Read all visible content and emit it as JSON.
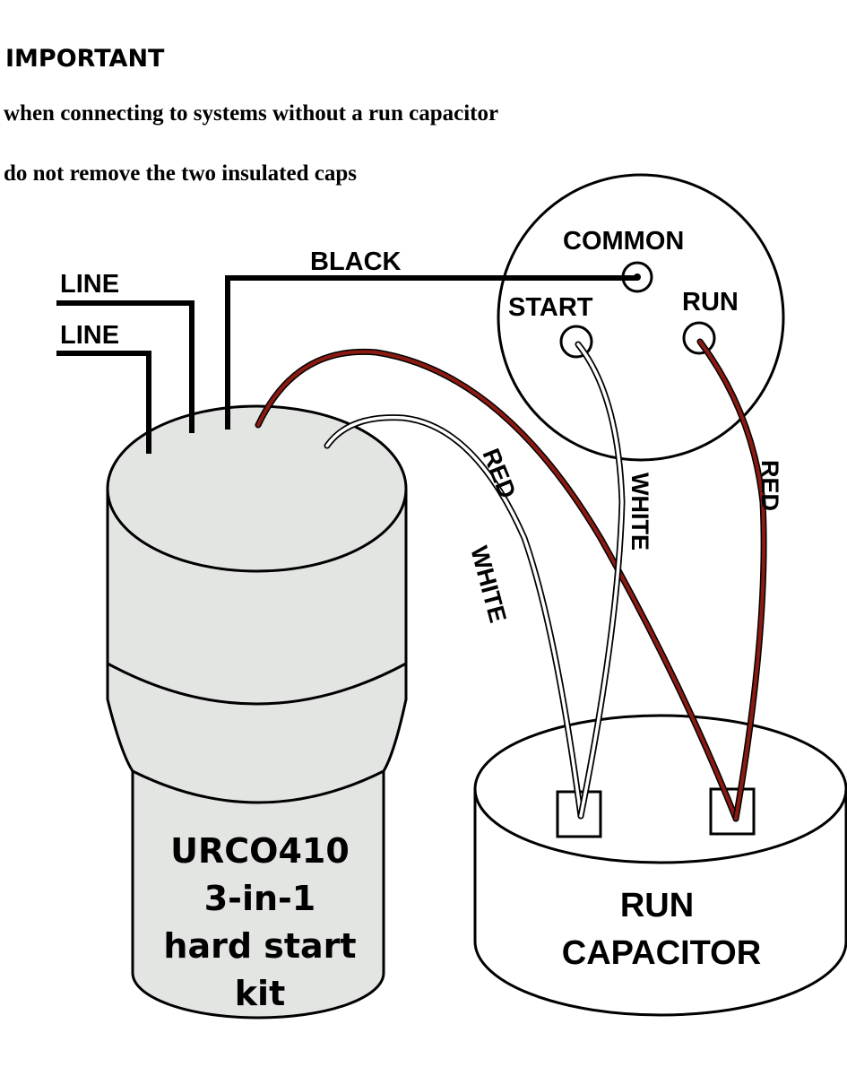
{
  "notice": {
    "title": "IMPORTANT",
    "line1": "when connecting to systems without a run capacitor",
    "line2": "do not remove the two insulated caps"
  },
  "diagram": {
    "line_label_1": "LINE",
    "line_label_2": "LINE",
    "black_wire_label": "BLACK",
    "compressor": {
      "common": "COMMON",
      "start": "START",
      "run": "RUN"
    },
    "red_wire_label_1": "RED",
    "red_wire_label_2": "RED",
    "white_wire_label_1": "WHITE",
    "white_wire_label_2": "WHITE",
    "kit": {
      "line1": "URCO410",
      "line2": "3-in-1",
      "line3": "hard start",
      "line4": "kit"
    },
    "run_capacitor": {
      "line1": "RUN",
      "line2": "CAPACITOR"
    },
    "colors": {
      "red_wire": "#8b1a12",
      "white_wire": "#ffffff",
      "black_wire": "#000000",
      "kit_fill": "#e3e5e3"
    }
  }
}
